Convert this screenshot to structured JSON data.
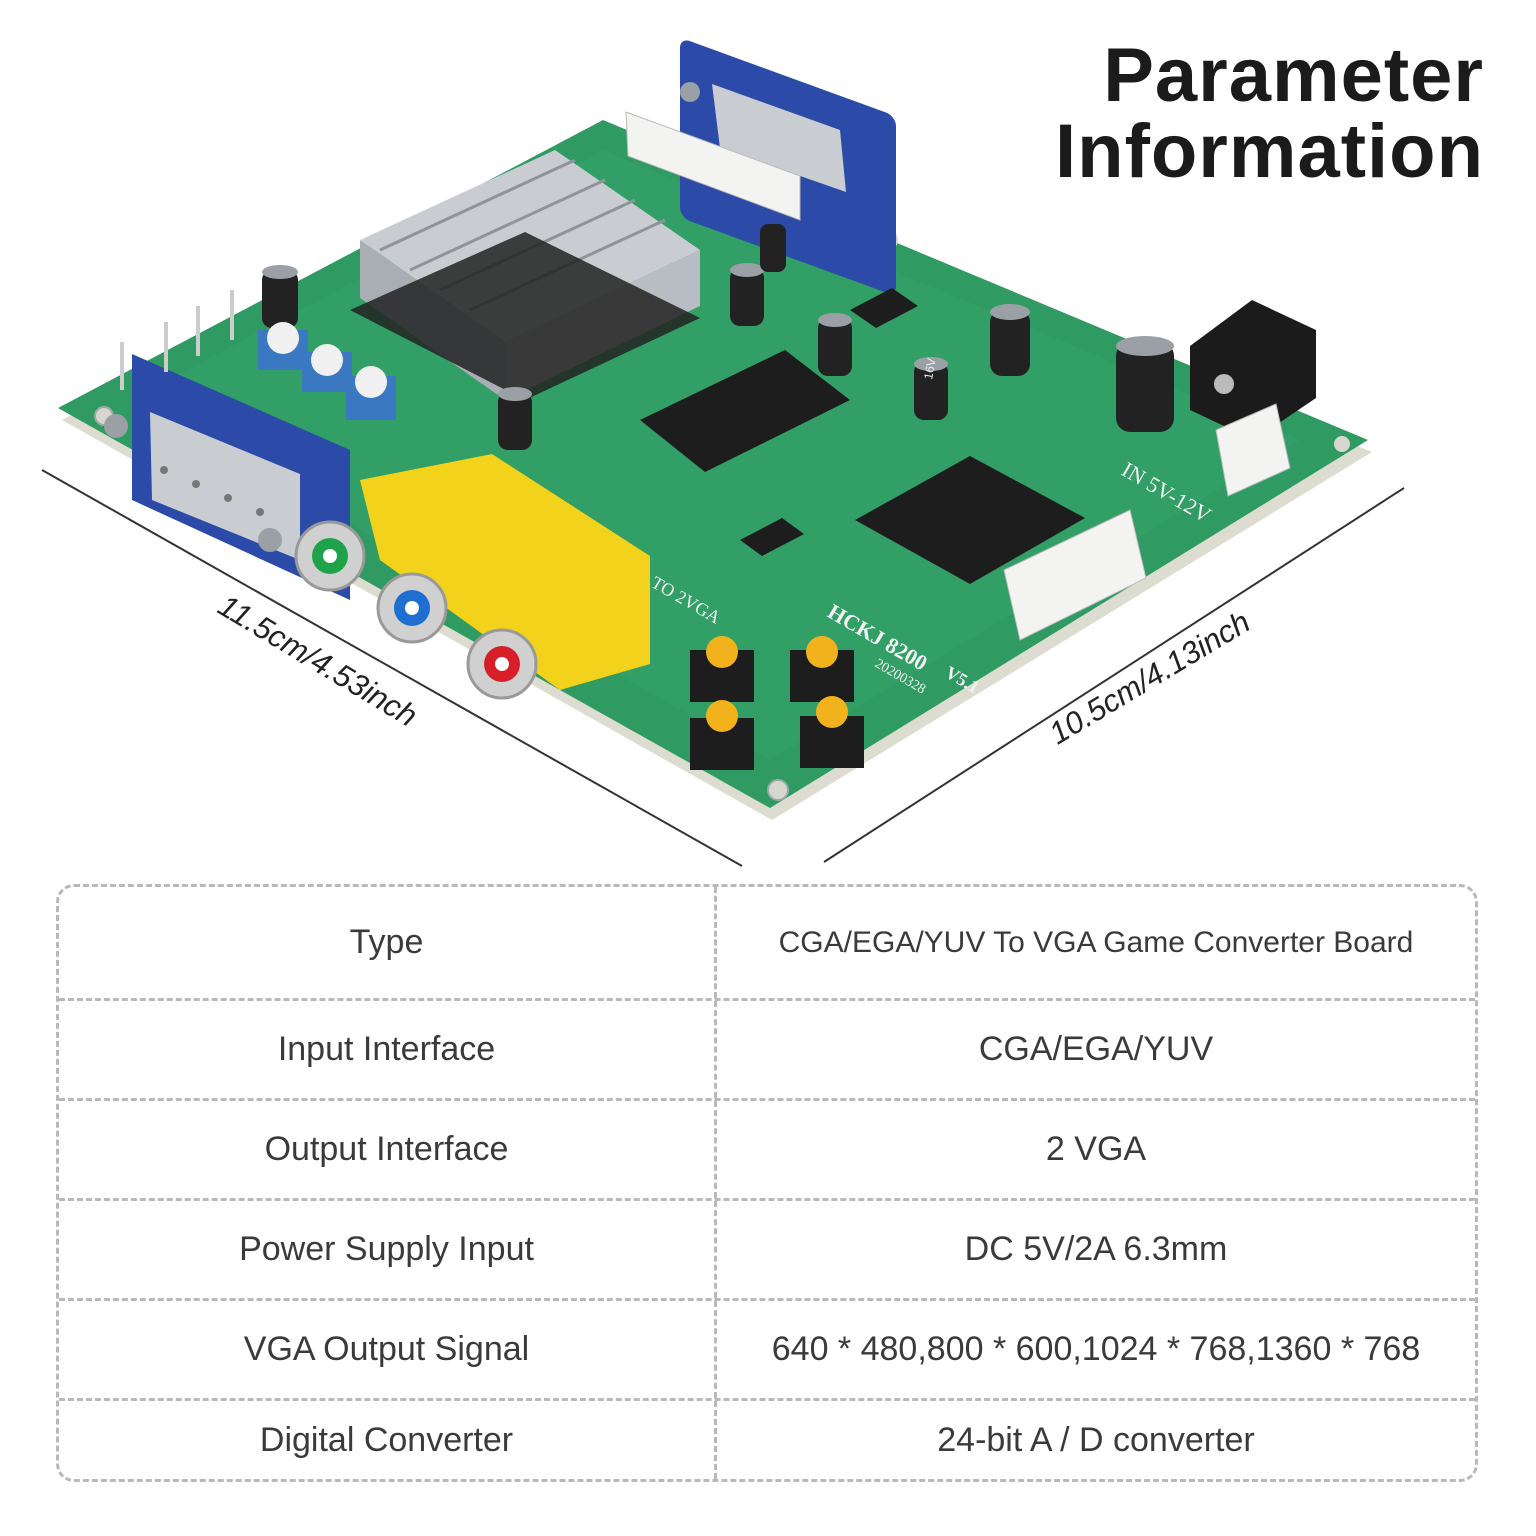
{
  "header": {
    "title_line1": "Parameter",
    "title_line2": "Information"
  },
  "dimensions": {
    "length": "11.5cm/4.53inch",
    "width": "10.5cm/4.13inch"
  },
  "board_markings": {
    "model": "HCKJ 8200",
    "version": "V5.1",
    "date": "20200328",
    "power": "IN 5V-12V",
    "output_note": "TO 2VGA",
    "cap_label": "16V"
  },
  "specs": {
    "rows": [
      {
        "key": "Type",
        "value": "CGA/EGA/YUV To VGA Game Converter Board"
      },
      {
        "key": "Input Interface",
        "value": "CGA/EGA/YUV"
      },
      {
        "key": "Output Interface",
        "value": "2 VGA"
      },
      {
        "key": "Power Supply Input",
        "value": "DC 5V/2A 6.3mm"
      },
      {
        "key": "VGA Output Signal",
        "value": "640 * 480,800 * 600,1024 * 768,1360 * 768"
      },
      {
        "key": "Digital Converter",
        "value": "24-bit A / D converter"
      }
    ]
  },
  "colors": {
    "pcb": "#2f9a62",
    "vga_blue": "#2c4aa8",
    "rca_yellow": "#f2d21b",
    "heatsink": "#c9cdd2"
  }
}
